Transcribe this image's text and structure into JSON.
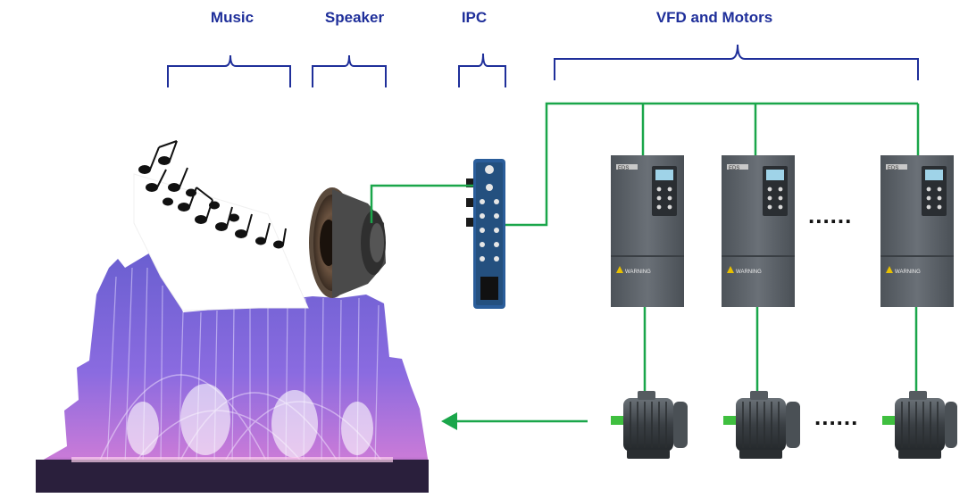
{
  "labels": {
    "music": "Music",
    "speaker": "Speaker",
    "ipc": "IPC",
    "vfd_motors": "VFD and Motors"
  },
  "vfd_panels": [
    {
      "brand": "EDS",
      "warning": "WARNING"
    },
    {
      "brand": "EDS",
      "warning": "WARNING"
    },
    {
      "brand": "EDS",
      "warning": "WARNING"
    }
  ],
  "ellipsis_vfd": "......",
  "ellipsis_motor": "......",
  "colors": {
    "label_blue": "#1f2f9a",
    "bracket_blue": "#1f2f9a",
    "wire_green": "#1aa64a",
    "vfd_body": "#5c6268",
    "motor_body": "#3f4448",
    "ipc_blue": "#2a5d9a"
  },
  "icons": {
    "music": "music-notes-icon",
    "speaker": "speaker-icon",
    "ipc": "ipc-controller-icon",
    "vfd": "vfd-drive-icon",
    "motor": "electric-motor-icon",
    "fountain": "fountain-image"
  }
}
